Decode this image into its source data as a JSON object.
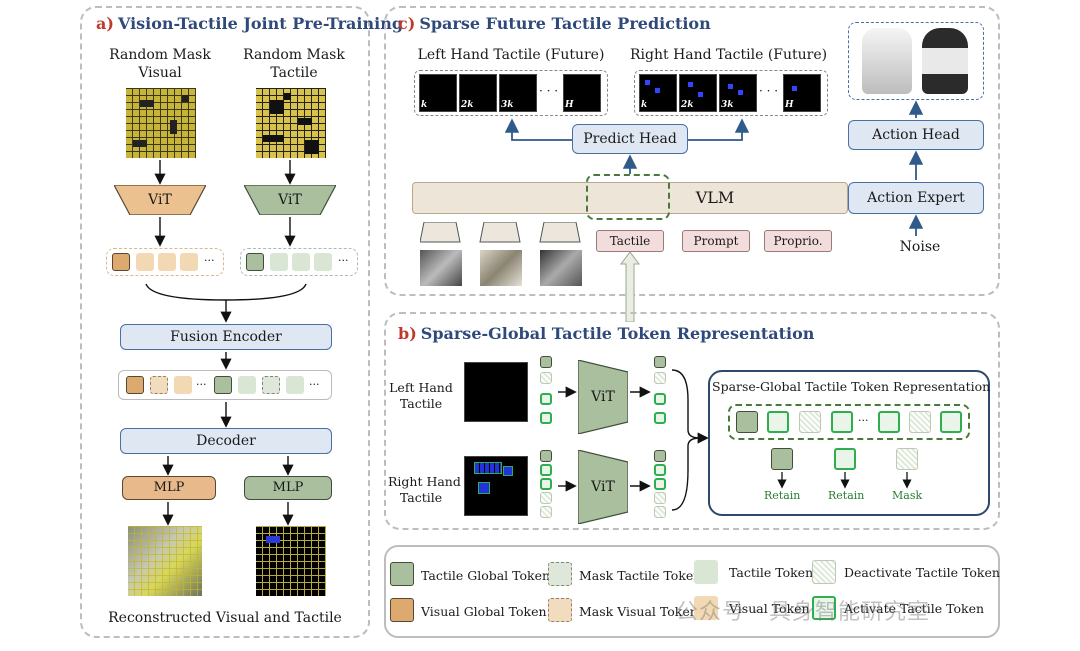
{
  "panel_a": {
    "label": "a)",
    "title": "Vision-Tactile Joint Pre-Training",
    "mask_visual": [
      "Random Mask",
      "Visual"
    ],
    "mask_tactile": [
      "Random Mask",
      "Tactile"
    ],
    "vit1": "ViT",
    "vit2": "ViT",
    "ellipsis": "···",
    "fusion": "Fusion Encoder",
    "decoder": "Decoder",
    "mlp1": "MLP",
    "mlp2": "MLP",
    "caption": "Reconstructed Visual and Tactile"
  },
  "panel_c": {
    "label": "c)",
    "title": "Sparse Future Tactile Prediction",
    "left_future": "Left Hand Tactile (Future)",
    "right_future": "Right Hand Tactile (Future)",
    "frames": [
      "k",
      "2k",
      "3k",
      "H"
    ],
    "dots": "· · ·",
    "predict_head": "Predict  Head",
    "vlm": "VLM",
    "action_head": "Action  Head",
    "action_expert": "Action Expert",
    "tactile": "Tactile",
    "prompt": "Prompt",
    "proprio": "Proprio.",
    "noise": "Noise"
  },
  "panel_b": {
    "label": "b)",
    "title": "Sparse-Global Tactile Token Representation",
    "left_hand": [
      "Left Hand",
      "Tactile"
    ],
    "right_hand": [
      "Right Hand",
      "Tactile"
    ],
    "vit": "ViT",
    "box_title": "Sparse-Global Tactile Token Representation",
    "ellipsis": "···",
    "retain1": "Retain",
    "retain2": "Retain",
    "mask": "Mask"
  },
  "legend": {
    "tactile_global": "Tactile Global Token",
    "mask_tactile": "Mask Tactile Token",
    "tactile_token": "Tactile Token",
    "deactivate": "Deactivate Tactile Token",
    "visual_global": "Visual Global Token",
    "mask_visual": "Mask Visual Token",
    "visual_token": "Visual Token",
    "activate": "Activate Tactile Token"
  },
  "watermark": "公众号 · 具身智能研究室",
  "colors": {
    "title": "#2f4a7a",
    "label": "#c0392b",
    "blue_box": "#dfe7f3",
    "green_active": "#2fae4f"
  }
}
